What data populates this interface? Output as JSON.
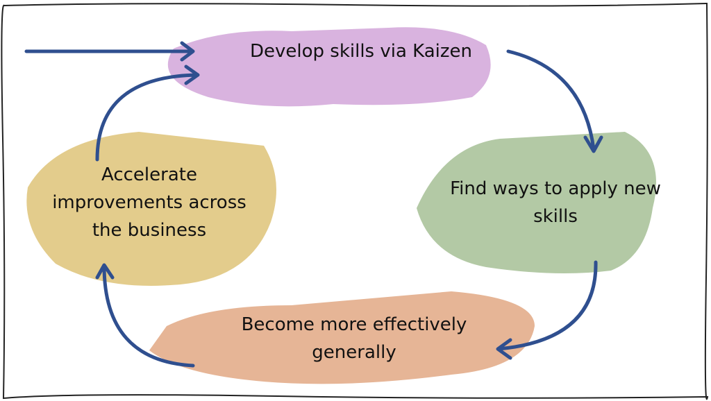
{
  "nodes": [
    {
      "label": "Develop skills via Kaizen",
      "color": "#d9b3df"
    },
    {
      "label": "Find ways to apply new skills",
      "color": "#b3c9a5"
    },
    {
      "label": "Become more effectively generally",
      "color": "#e6b596"
    },
    {
      "label": "Accelerate improvements across the business",
      "color": "#e3cc8c"
    }
  ],
  "arrow_color": "#2f4f8f"
}
